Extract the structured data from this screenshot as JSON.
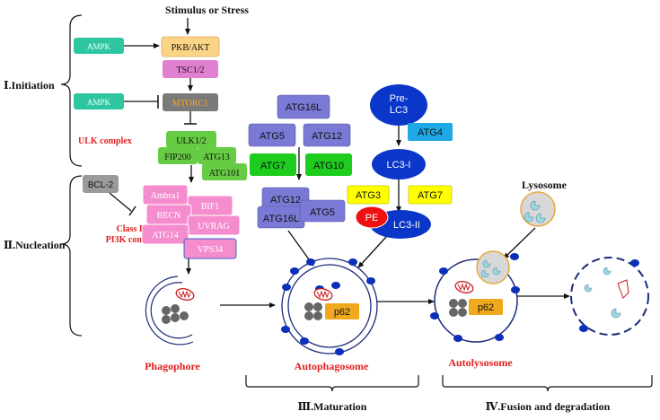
{
  "stimulus": "Stimulus or Stress",
  "phases": {
    "initiation": "Ⅰ.Initiation",
    "nucleation": "Ⅱ.Nucleation",
    "maturation": "Ⅲ.Maturation",
    "fusion": "Ⅳ.Fusion and degradation"
  },
  "initiation": {
    "ampk_1": "AMPK",
    "pkb_akt": "PKB/AKT",
    "tsc": "TSC1/2",
    "ampk_2": "AMPK",
    "mtorc1": "MTORC1",
    "ulk_complex_label": "ULK complex",
    "ulk12": "ULK1/2",
    "fip200": "FIP200",
    "atg13": "ATG13",
    "atg101": "ATG101"
  },
  "nucleation": {
    "bcl2": "BCL-2",
    "class3_label_1": "Class III",
    "class3_label_2": "PI3K complex",
    "ambra1": "Ambra1",
    "becn": "BECN",
    "atg14": "ATG14",
    "bif1": "BIF1",
    "uvrag": "UVRAG",
    "vps34": "VPS34"
  },
  "atg_conjugation": {
    "atg16l": "ATG16L",
    "atg5": "ATG5",
    "atg12": "ATG12",
    "atg7": "ATG7",
    "atg10": "ATG10",
    "complex_atg12": "ATG12",
    "complex_atg16l": "ATG16L",
    "complex_atg5": "ATG5"
  },
  "lc3_pathway": {
    "pre_lc3_1": "Pre-",
    "pre_lc3_2": "LC3",
    "atg4": "ATG4",
    "lc3_i": "LC3-I",
    "atg3": "ATG3",
    "atg7": "ATG7",
    "pe": "PE",
    "lc3_ii": "LC3-II"
  },
  "structures": {
    "phagophore": "Phagophore",
    "autophagosome": "Autophagosome",
    "autolysosome": "Autolysosome",
    "lysosome": "Lysosome",
    "p62_1": "p62",
    "p62_2": "p62"
  },
  "colors": {
    "ampk": "#2cc6a0",
    "akt": "#fcd486",
    "tsc": "#e17fd0",
    "mtorc": "#7a7a7a",
    "mtorc_text": "#f5a623",
    "ulk": "#66cc44",
    "class3": "#f48ccd",
    "atg_purple": "#7a7ad6",
    "atg_green": "#1ecc1e",
    "lc3_blue": "#0a36c9",
    "atg4": "#1ea8e6",
    "atg_yellow": "#ffff00",
    "pe_red": "#ee1111",
    "label_red": "#e02020",
    "dot_blue": "#0b2fb8",
    "p62_orange": "#f0a91e",
    "lysosome_fill": "#d8d8d8",
    "lysosome_ring": "#e8a93a"
  }
}
